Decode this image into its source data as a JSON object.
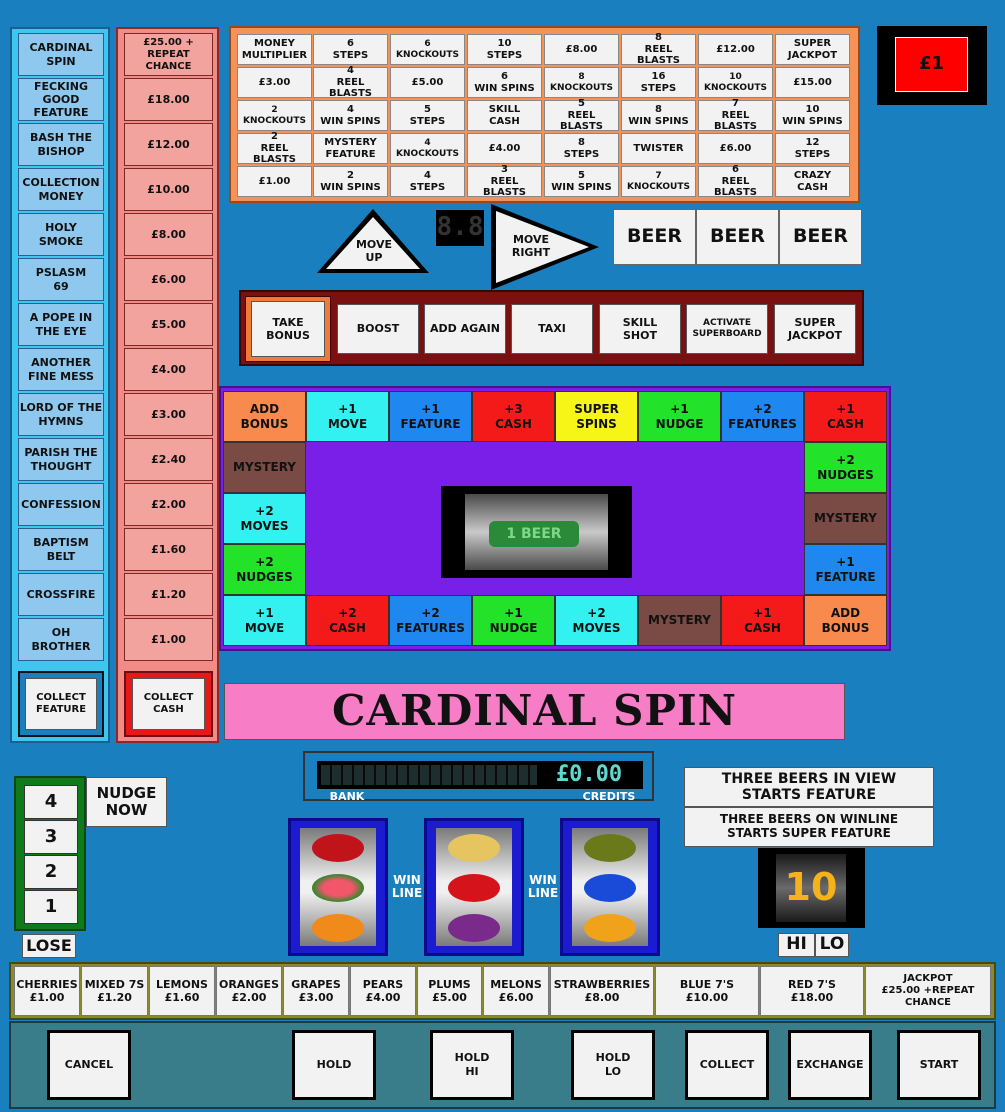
{
  "feature_trail": {
    "items": [
      "CARDINAL\nSPIN",
      "FECKING\nGOOD\nFEATURE",
      "BASH THE\nBISHOP",
      "COLLECTION\nMONEY",
      "HOLY\nSMOKE",
      "PSLASM\n69",
      "A POPE IN\nTHE EYE",
      "ANOTHER\nFINE MESS",
      "LORD OF THE\nHYMNS",
      "PARISH THE\nTHOUGHT",
      "CONFESSION",
      "BAPTISM\nBELT",
      "CROSSFIRE",
      "OH\nBROTHER"
    ],
    "collect_label": "COLLECT\nFEATURE"
  },
  "cash_trail": {
    "items": [
      "£25.00 +\nREPEAT\nCHANCE",
      "£18.00",
      "£12.00",
      "£10.00",
      "£8.00",
      "£6.00",
      "£5.00",
      "£4.00",
      "£3.00",
      "£2.40",
      "£2.00",
      "£1.60",
      "£1.20",
      "£1.00"
    ],
    "collect_label": "COLLECT\nCASH"
  },
  "superboard": {
    "rows": [
      [
        "MONEY\nMULTIPLIER",
        "6\nSTEPS",
        "6\nKNOCKOUTS",
        "10\nSTEPS",
        "£8.00",
        "8\nREEL BLASTS",
        "£12.00",
        "SUPER\nJACKPOT"
      ],
      [
        "£3.00",
        "4\nREEL BLASTS",
        "£5.00",
        "6\nWIN SPINS",
        "8\nKNOCKOUTS",
        "16\nSTEPS",
        "10\nKNOCKOUTS",
        "£15.00"
      ],
      [
        "2\nKNOCKOUTS",
        "4\nWIN SPINS",
        "5\nSTEPS",
        "SKILL\nCASH",
        "5\nREEL BLASTS",
        "8\nWIN SPINS",
        "7\nREEL BLASTS",
        "10\nWIN SPINS"
      ],
      [
        "2\nREEL BLASTS",
        "MYSTERY\nFEATURE",
        "4\nKNOCKOUTS",
        "£4.00",
        "8\nSTEPS",
        "TWISTER",
        "£6.00",
        "12\nSTEPS"
      ],
      [
        "£1.00",
        "2\nWIN SPINS",
        "4\nSTEPS",
        "3\nREEL BLASTS",
        "5\nWIN SPINS",
        "7\nKNOCKOUTS",
        "6\nREEL BLASTS",
        "CRAZY\nCASH"
      ]
    ],
    "move_up": "MOVE\nUP",
    "move_right": "MOVE\nRIGHT",
    "led": "8.8",
    "beers": [
      "BEER",
      "BEER",
      "BEER"
    ]
  },
  "stake": "£1",
  "bonus_buttons": [
    "TAKE\nBONUS",
    "BOOST",
    "ADD AGAIN",
    "TAXI",
    "SKILL\nSHOT",
    "ACTIVATE\nSUPERBOARD",
    "SUPER\nJACKPOT"
  ],
  "board": {
    "top": [
      {
        "label": "ADD\nBONUS",
        "color": "#f98a4e"
      },
      {
        "label": "+1\nMOVE",
        "color": "#33f1f1"
      },
      {
        "label": "+1\nFEATURE",
        "color": "#1e88f0"
      },
      {
        "label": "+3\nCASH",
        "color": "#f41a1a"
      },
      {
        "label": "SUPER\nSPINS",
        "color": "#f7f418"
      },
      {
        "label": "+1\nNUDGE",
        "color": "#22e22a"
      },
      {
        "label": "+2\nFEATURES",
        "color": "#1e88f0"
      },
      {
        "label": "+1\nCASH",
        "color": "#f41a1a"
      }
    ],
    "left": [
      {
        "label": "MYSTERY",
        "color": "#7a4a44"
      },
      {
        "label": "+2\nMOVES",
        "color": "#33f1f1"
      },
      {
        "label": "+2\nNUDGES",
        "color": "#22e22a"
      }
    ],
    "right": [
      {
        "label": "+2\nNUDGES",
        "color": "#22e22a"
      },
      {
        "label": "MYSTERY",
        "color": "#7a4a44"
      },
      {
        "label": "+1\nFEATURE",
        "color": "#1e88f0"
      }
    ],
    "bottom": [
      {
        "label": "+1\nMOVE",
        "color": "#33f1f1"
      },
      {
        "label": "+2\nCASH",
        "color": "#f41a1a"
      },
      {
        "label": "+2\nFEATURES",
        "color": "#1e88f0"
      },
      {
        "label": "+1\nNUDGE",
        "color": "#22e22a"
      },
      {
        "label": "+2\nMOVES",
        "color": "#33f1f1"
      },
      {
        "label": "MYSTERY",
        "color": "#7a4a44"
      },
      {
        "label": "+1\nCASH",
        "color": "#f41a1a"
      },
      {
        "label": "ADD\nBONUS",
        "color": "#f98a4e"
      }
    ],
    "center_display": "1 BEER"
  },
  "title": "CARDINAL SPIN",
  "display": {
    "value": "£0.00",
    "bank_label": "BANK",
    "credits_label": "CREDITS"
  },
  "info": {
    "line1": "THREE BEERS IN VIEW\nSTARTS FEATURE",
    "line2": "THREE BEERS ON WINLINE\nSTARTS SUPER FEATURE"
  },
  "nudge": {
    "numbers": [
      "4",
      "3",
      "2",
      "1"
    ],
    "now_label": "NUDGE\nNOW",
    "lose_label": "LOSE"
  },
  "winline_label": "WIN\nLINE",
  "hilo": {
    "number": "10",
    "hi": "HI",
    "lo": "LO"
  },
  "prizes": [
    "CHERRIES\n£1.00",
    "MIXED 7S\n£1.20",
    "LEMONS\n£1.60",
    "ORANGES\n£2.00",
    "GRAPES\n£3.00",
    "PEARS\n£4.00",
    "PLUMS\n£5.00",
    "MELONS\n£6.00",
    "STRAWBERRIES\n£8.00",
    "BLUE 7'S\n£10.00",
    "RED 7'S\n£18.00",
    "JACKPOT\n£25.00 +REPEAT\nCHANCE"
  ],
  "controls": [
    "CANCEL",
    "HOLD",
    "HOLD\nHI",
    "HOLD\nLO",
    "COLLECT",
    "EXCHANGE",
    "START"
  ]
}
